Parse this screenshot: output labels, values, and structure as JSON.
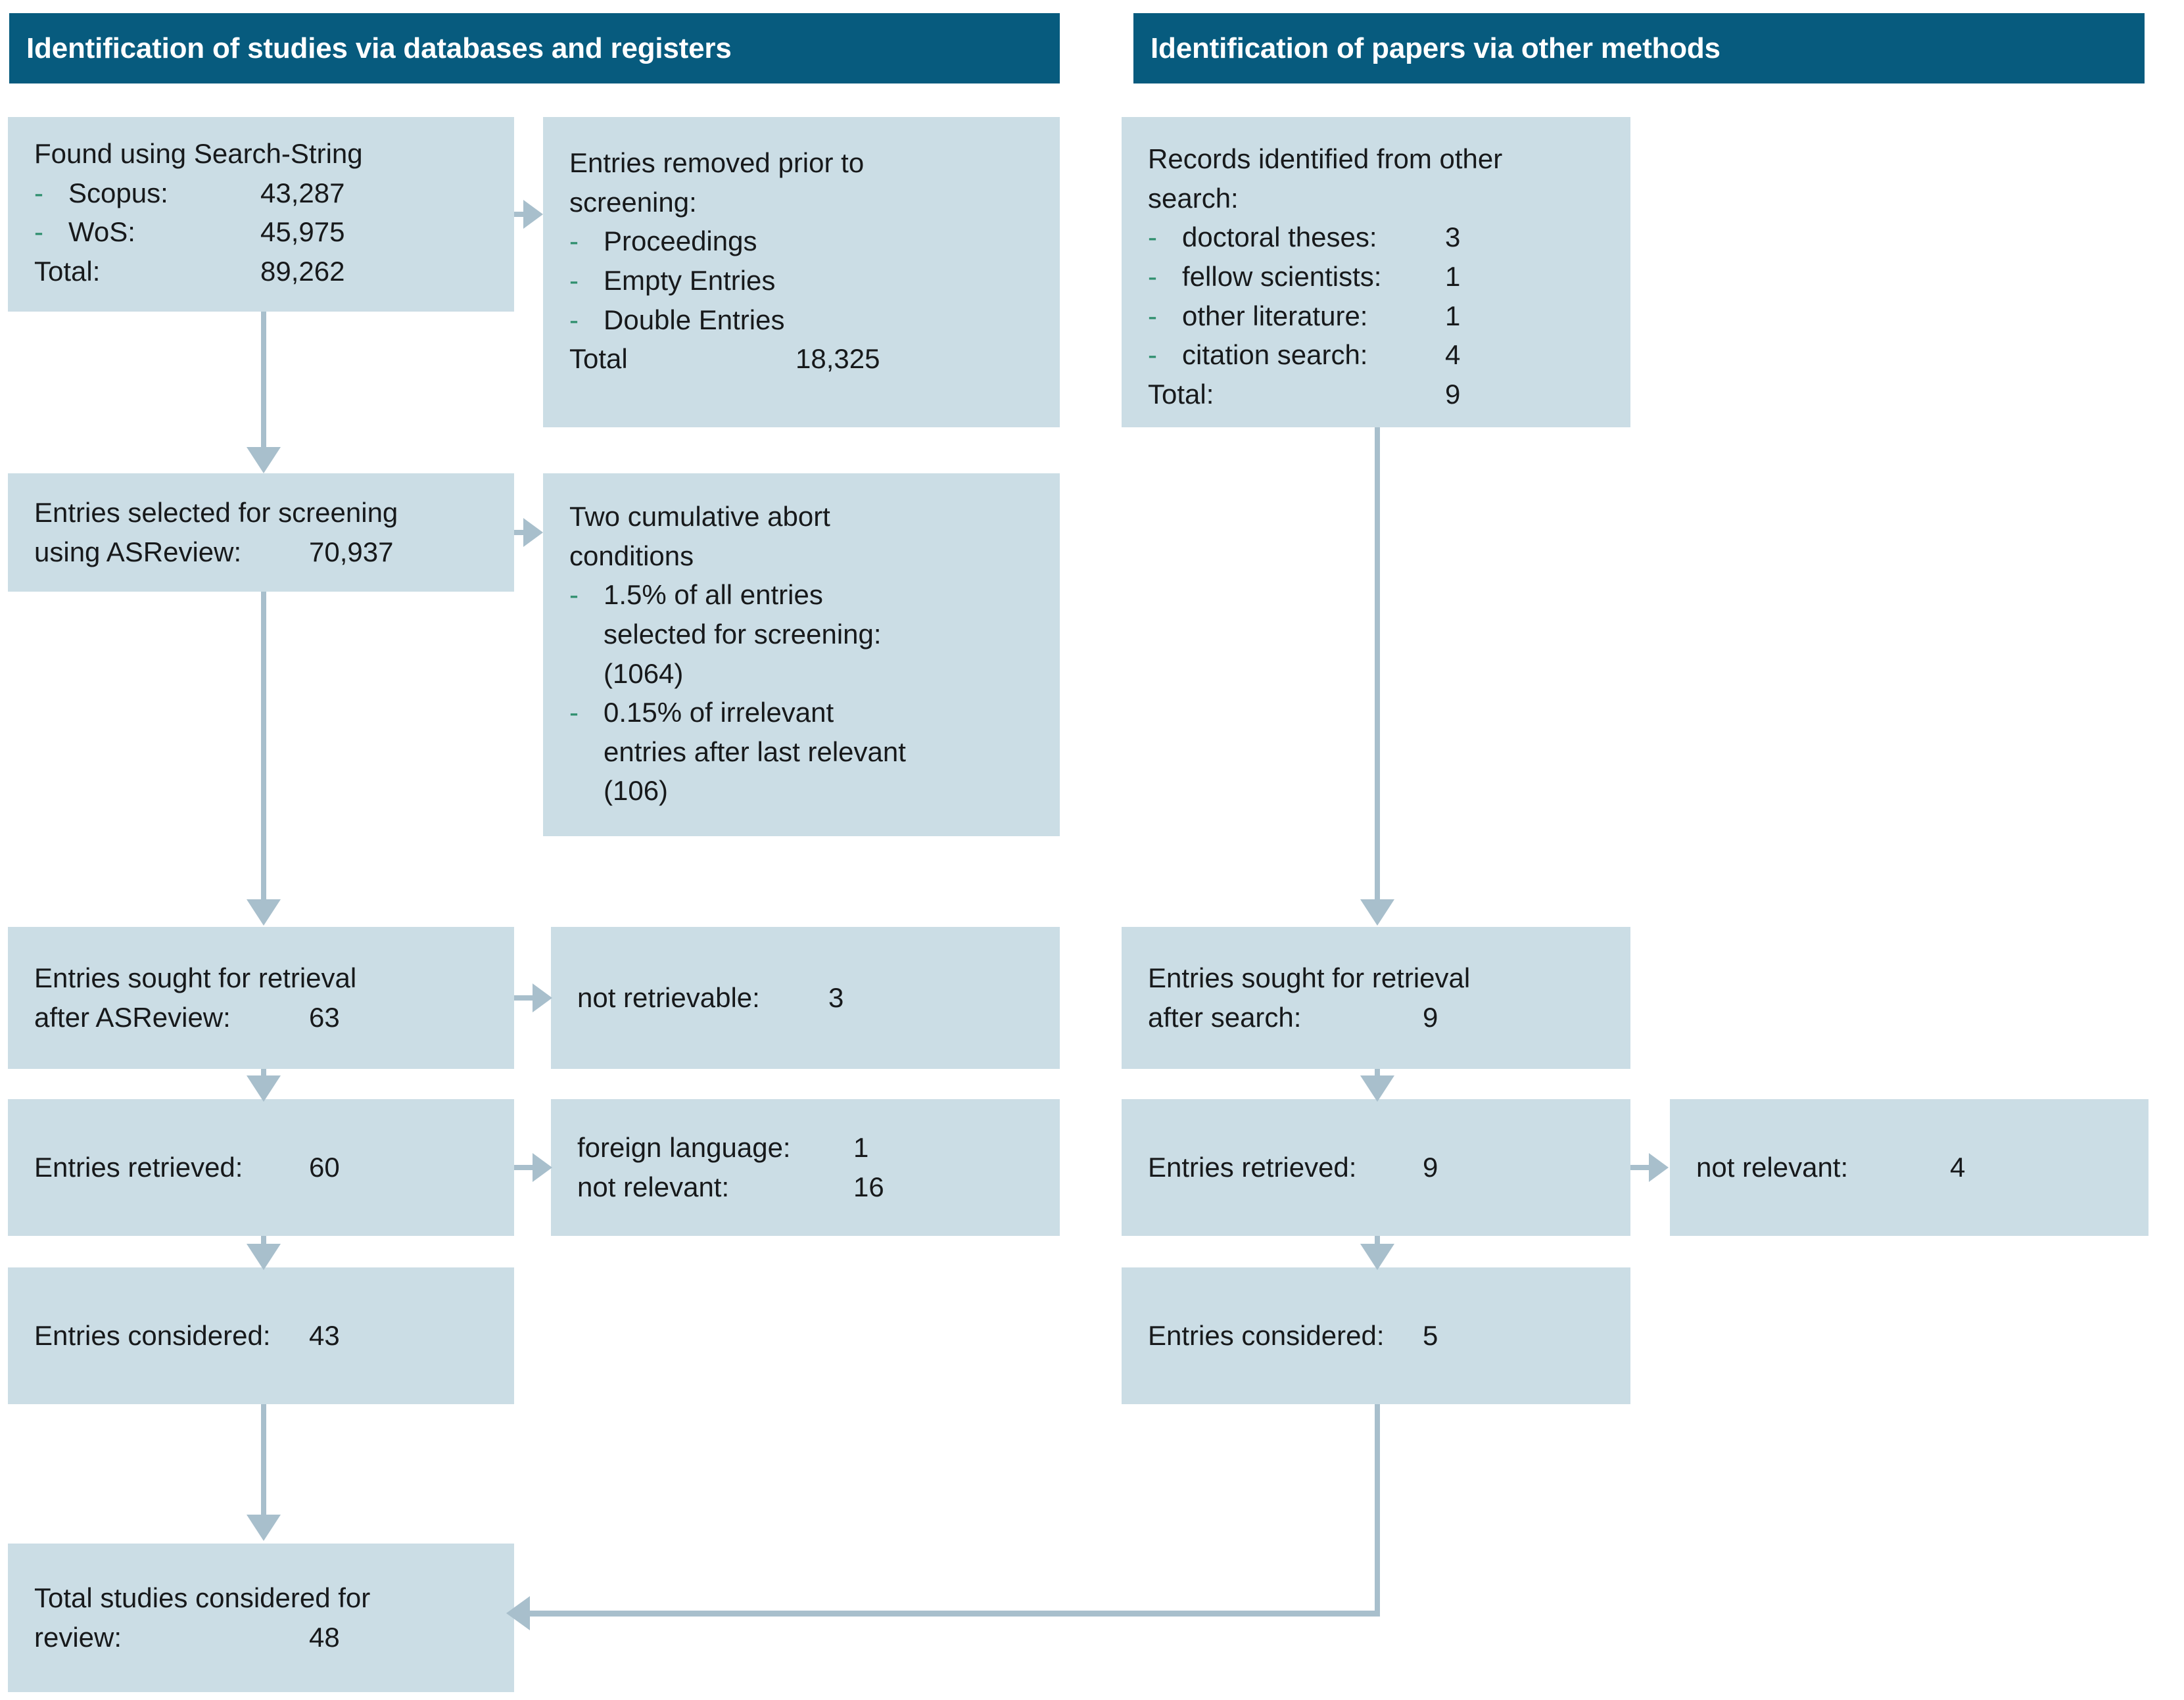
{
  "diagram": {
    "title": "PRISMA flow diagram of study identification and selection",
    "colors": {
      "header_bar": "#075b7e",
      "box_fill": "#cbdde5",
      "arrow": "#a8bfcc",
      "bullet": "#2f8f6e",
      "text": "#17191b"
    }
  },
  "columns": {
    "left": {
      "header": "Identification of studies via databases and registers"
    },
    "right": {
      "header": "Identification of papers via other methods"
    }
  },
  "boxes": {
    "found": {
      "title": "Found using Search-String",
      "items": [
        {
          "label": "Scopus:",
          "value": "43,287"
        },
        {
          "label": "WoS:",
          "value": "45,975"
        }
      ],
      "total_label": "Total:",
      "total_value": "89,262"
    },
    "removed": {
      "title_line1": "Entries removed prior to",
      "title_line2": "screening:",
      "items": [
        {
          "label": "Proceedings",
          "value": ""
        },
        {
          "label": "Empty Entries",
          "value": ""
        },
        {
          "label": "Double Entries",
          "value": ""
        }
      ],
      "total_label": "Total",
      "total_value": "18,325"
    },
    "selected": {
      "line1": "Entries selected for screening",
      "label": "using ASReview:",
      "value": "70,937"
    },
    "abort": {
      "title_line1": "Two cumulative abort",
      "title_line2": "conditions",
      "items": [
        {
          "lines": [
            "1.5% of all entries",
            "selected for screening:",
            "(1064)"
          ]
        },
        {
          "lines": [
            "0.15% of irrelevant",
            "entries after last relevant",
            "(106)"
          ]
        }
      ]
    },
    "sought_left": {
      "line1": "Entries sought for retrieval",
      "label": "after ASReview:",
      "value": "63"
    },
    "not_retrievable": {
      "label": "not retrievable:",
      "value": "3"
    },
    "retrieved_left": {
      "label": "Entries retrieved:",
      "value": "60"
    },
    "excluded_left": {
      "rows": [
        {
          "label": "foreign language:",
          "value": "1"
        },
        {
          "label": "not relevant:",
          "value": "16"
        }
      ]
    },
    "considered_left": {
      "label": "Entries considered:",
      "value": "43"
    },
    "total_review": {
      "line1": "Total studies considered for",
      "label": "review:",
      "value": "48"
    },
    "records_other": {
      "title_line1": "Records identified from other",
      "title_line2": "search:",
      "items": [
        {
          "label": "doctoral theses:",
          "value": "3"
        },
        {
          "label": "fellow scientists:",
          "value": "1"
        },
        {
          "label": "other literature:",
          "value": "1"
        },
        {
          "label": "citation search:",
          "value": "4"
        }
      ],
      "total_label": "Total:",
      "total_value": "9"
    },
    "sought_right": {
      "line1": "Entries sought for retrieval",
      "label": "after search:",
      "value": "9"
    },
    "retrieved_right": {
      "label": "Entries retrieved:",
      "value": "9"
    },
    "not_relevant_right": {
      "label": "not relevant:",
      "value": "4"
    },
    "considered_right": {
      "label": "Entries considered:",
      "value": "5"
    }
  }
}
